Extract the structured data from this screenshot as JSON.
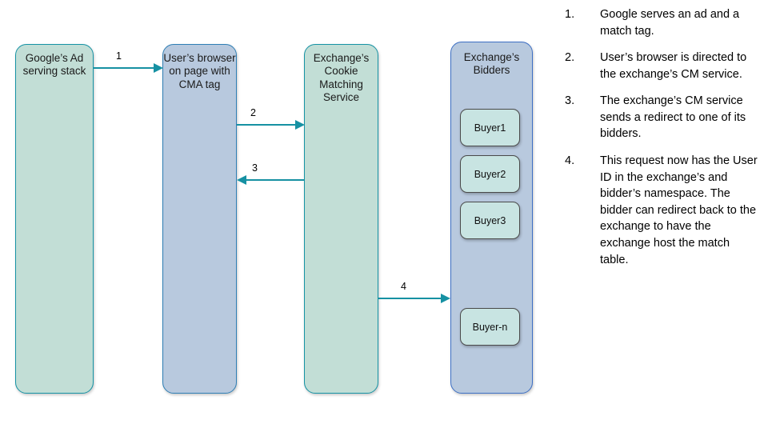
{
  "diagram": {
    "lanes": [
      {
        "id": "google-ad-serving-stack",
        "label": "Google’s Ad serving stack",
        "fill": "#c2ded6",
        "stroke": "#1693a5"
      },
      {
        "id": "user-browser",
        "label": "User’s browser on page with CMA tag",
        "fill": "#b8c9de",
        "stroke": "#2f7fb5"
      },
      {
        "id": "exchange-cookie-matching-service",
        "label": "Exchange’s Cookie Matching Service",
        "fill": "#c2ded6",
        "stroke": "#1693a5"
      },
      {
        "id": "exchange-bidders",
        "label": "Exchange’s Bidders",
        "fill": "#b8c9de",
        "stroke": "#3d6fc4"
      }
    ],
    "buyers": [
      {
        "label": "Buyer1"
      },
      {
        "label": "Buyer2"
      },
      {
        "label": "Buyer3"
      },
      {
        "label": "Buyer-n"
      }
    ],
    "arrows": [
      {
        "label": "1",
        "from": "google-ad-serving-stack",
        "to": "user-browser",
        "direction": "right"
      },
      {
        "label": "2",
        "from": "user-browser",
        "to": "exchange-cookie-matching-service",
        "direction": "right"
      },
      {
        "label": "3",
        "from": "exchange-cookie-matching-service",
        "to": "user-browser",
        "direction": "left"
      },
      {
        "label": "4",
        "from": "exchange-cookie-matching-service",
        "to": "exchange-bidders",
        "direction": "right"
      }
    ],
    "arrow_color": "#1691a3"
  },
  "steps": [
    {
      "num": "1.",
      "text": "Google serves an ad and a match tag."
    },
    {
      "num": "2.",
      "text": "User’s browser is directed to the exchange’s CM service."
    },
    {
      "num": "3.",
      "text": "The exchange’s CM service sends a redirect to one of its bidders."
    },
    {
      "num": "4.",
      "text": "This request now has the User ID in the exchange’s and bidder’s namespace. The bidder can redirect back to the exchange to have the exchange host the match table."
    }
  ]
}
